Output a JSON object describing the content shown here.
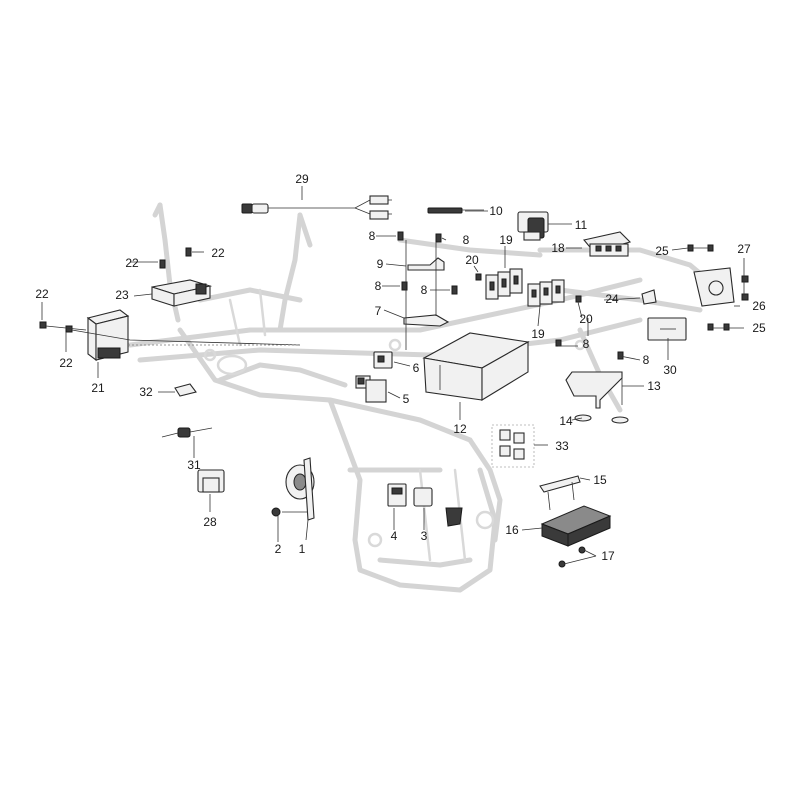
{
  "callouts": [
    {
      "id": "c1",
      "text": "1"
    },
    {
      "id": "c2",
      "text": "2"
    },
    {
      "id": "c3",
      "text": "3"
    },
    {
      "id": "c4",
      "text": "4"
    },
    {
      "id": "c5",
      "text": "5"
    },
    {
      "id": "c6",
      "text": "6"
    },
    {
      "id": "c7",
      "text": "7"
    },
    {
      "id": "c8a",
      "text": "8"
    },
    {
      "id": "c8b",
      "text": "8"
    },
    {
      "id": "c8c",
      "text": "8"
    },
    {
      "id": "c8d",
      "text": "8"
    },
    {
      "id": "c8e",
      "text": "8"
    },
    {
      "id": "c8f",
      "text": "8"
    },
    {
      "id": "c9",
      "text": "9"
    },
    {
      "id": "c10",
      "text": "10"
    },
    {
      "id": "c11",
      "text": "11"
    },
    {
      "id": "c12",
      "text": "12"
    },
    {
      "id": "c13",
      "text": "13"
    },
    {
      "id": "c14",
      "text": "14"
    },
    {
      "id": "c15",
      "text": "15"
    },
    {
      "id": "c16",
      "text": "16"
    },
    {
      "id": "c17",
      "text": "17"
    },
    {
      "id": "c18",
      "text": "18"
    },
    {
      "id": "c19a",
      "text": "19"
    },
    {
      "id": "c19b",
      "text": "19"
    },
    {
      "id": "c20a",
      "text": "20"
    },
    {
      "id": "c20b",
      "text": "20"
    },
    {
      "id": "c21",
      "text": "21"
    },
    {
      "id": "c22a",
      "text": "22"
    },
    {
      "id": "c22b",
      "text": "22"
    },
    {
      "id": "c22c",
      "text": "22"
    },
    {
      "id": "c22d",
      "text": "22"
    },
    {
      "id": "c23",
      "text": "23"
    },
    {
      "id": "c24",
      "text": "24"
    },
    {
      "id": "c25a",
      "text": "25"
    },
    {
      "id": "c25b",
      "text": "25"
    },
    {
      "id": "c26",
      "text": "26"
    },
    {
      "id": "c27",
      "text": "27"
    },
    {
      "id": "c28",
      "text": "28"
    },
    {
      "id": "c29",
      "text": "29"
    },
    {
      "id": "c30",
      "text": "30"
    },
    {
      "id": "c31",
      "text": "31"
    },
    {
      "id": "c32",
      "text": "32"
    },
    {
      "id": "c33",
      "text": "33"
    }
  ]
}
